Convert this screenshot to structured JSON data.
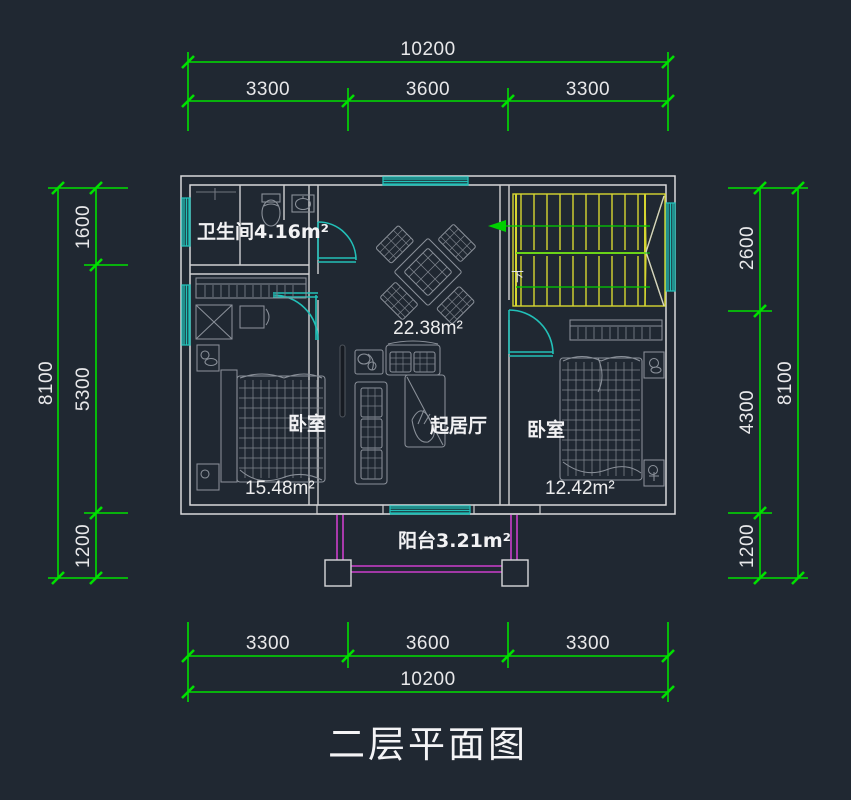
{
  "drawing": {
    "title": "二层平面图",
    "background_color": "#202832",
    "dimension_color": "#00e000",
    "wall_color": "#d9d9d9",
    "furniture_color": "#8a9099",
    "window_color": "#22c0b8",
    "stair_color": "#d6d631",
    "balcony_color": "#cc3ecc",
    "text_color": "#f0f0f2"
  },
  "dimensions": {
    "top": {
      "overall": "10200",
      "segments": [
        "3300",
        "3600",
        "3300"
      ]
    },
    "bottom": {
      "overall": "10200",
      "segments": [
        "3300",
        "3600",
        "3300"
      ]
    },
    "left": {
      "overall": "8100",
      "segments": [
        "1600",
        "5300",
        "1200"
      ]
    },
    "right": {
      "overall": "8100",
      "segments": [
        "2600",
        "4300",
        "1200"
      ]
    }
  },
  "rooms": [
    {
      "id": "bathroom",
      "name": "卫生间",
      "area": "4.16m²",
      "label_combined": "卫生间4.16m²"
    },
    {
      "id": "living",
      "name": "起居厅",
      "area": "22.38m²",
      "label_combined": "起居厅"
    },
    {
      "id": "bedroom-left",
      "name": "卧室",
      "area": "15.48m²"
    },
    {
      "id": "bedroom-right",
      "name": "卧室",
      "area": "12.42m²"
    },
    {
      "id": "balcony",
      "name": "阳台",
      "area": "3.21m²",
      "label_combined": "阳台3.21m²"
    }
  ],
  "annotations": {
    "stair_direction": "下",
    "stair_arrow": "arrow-left"
  }
}
